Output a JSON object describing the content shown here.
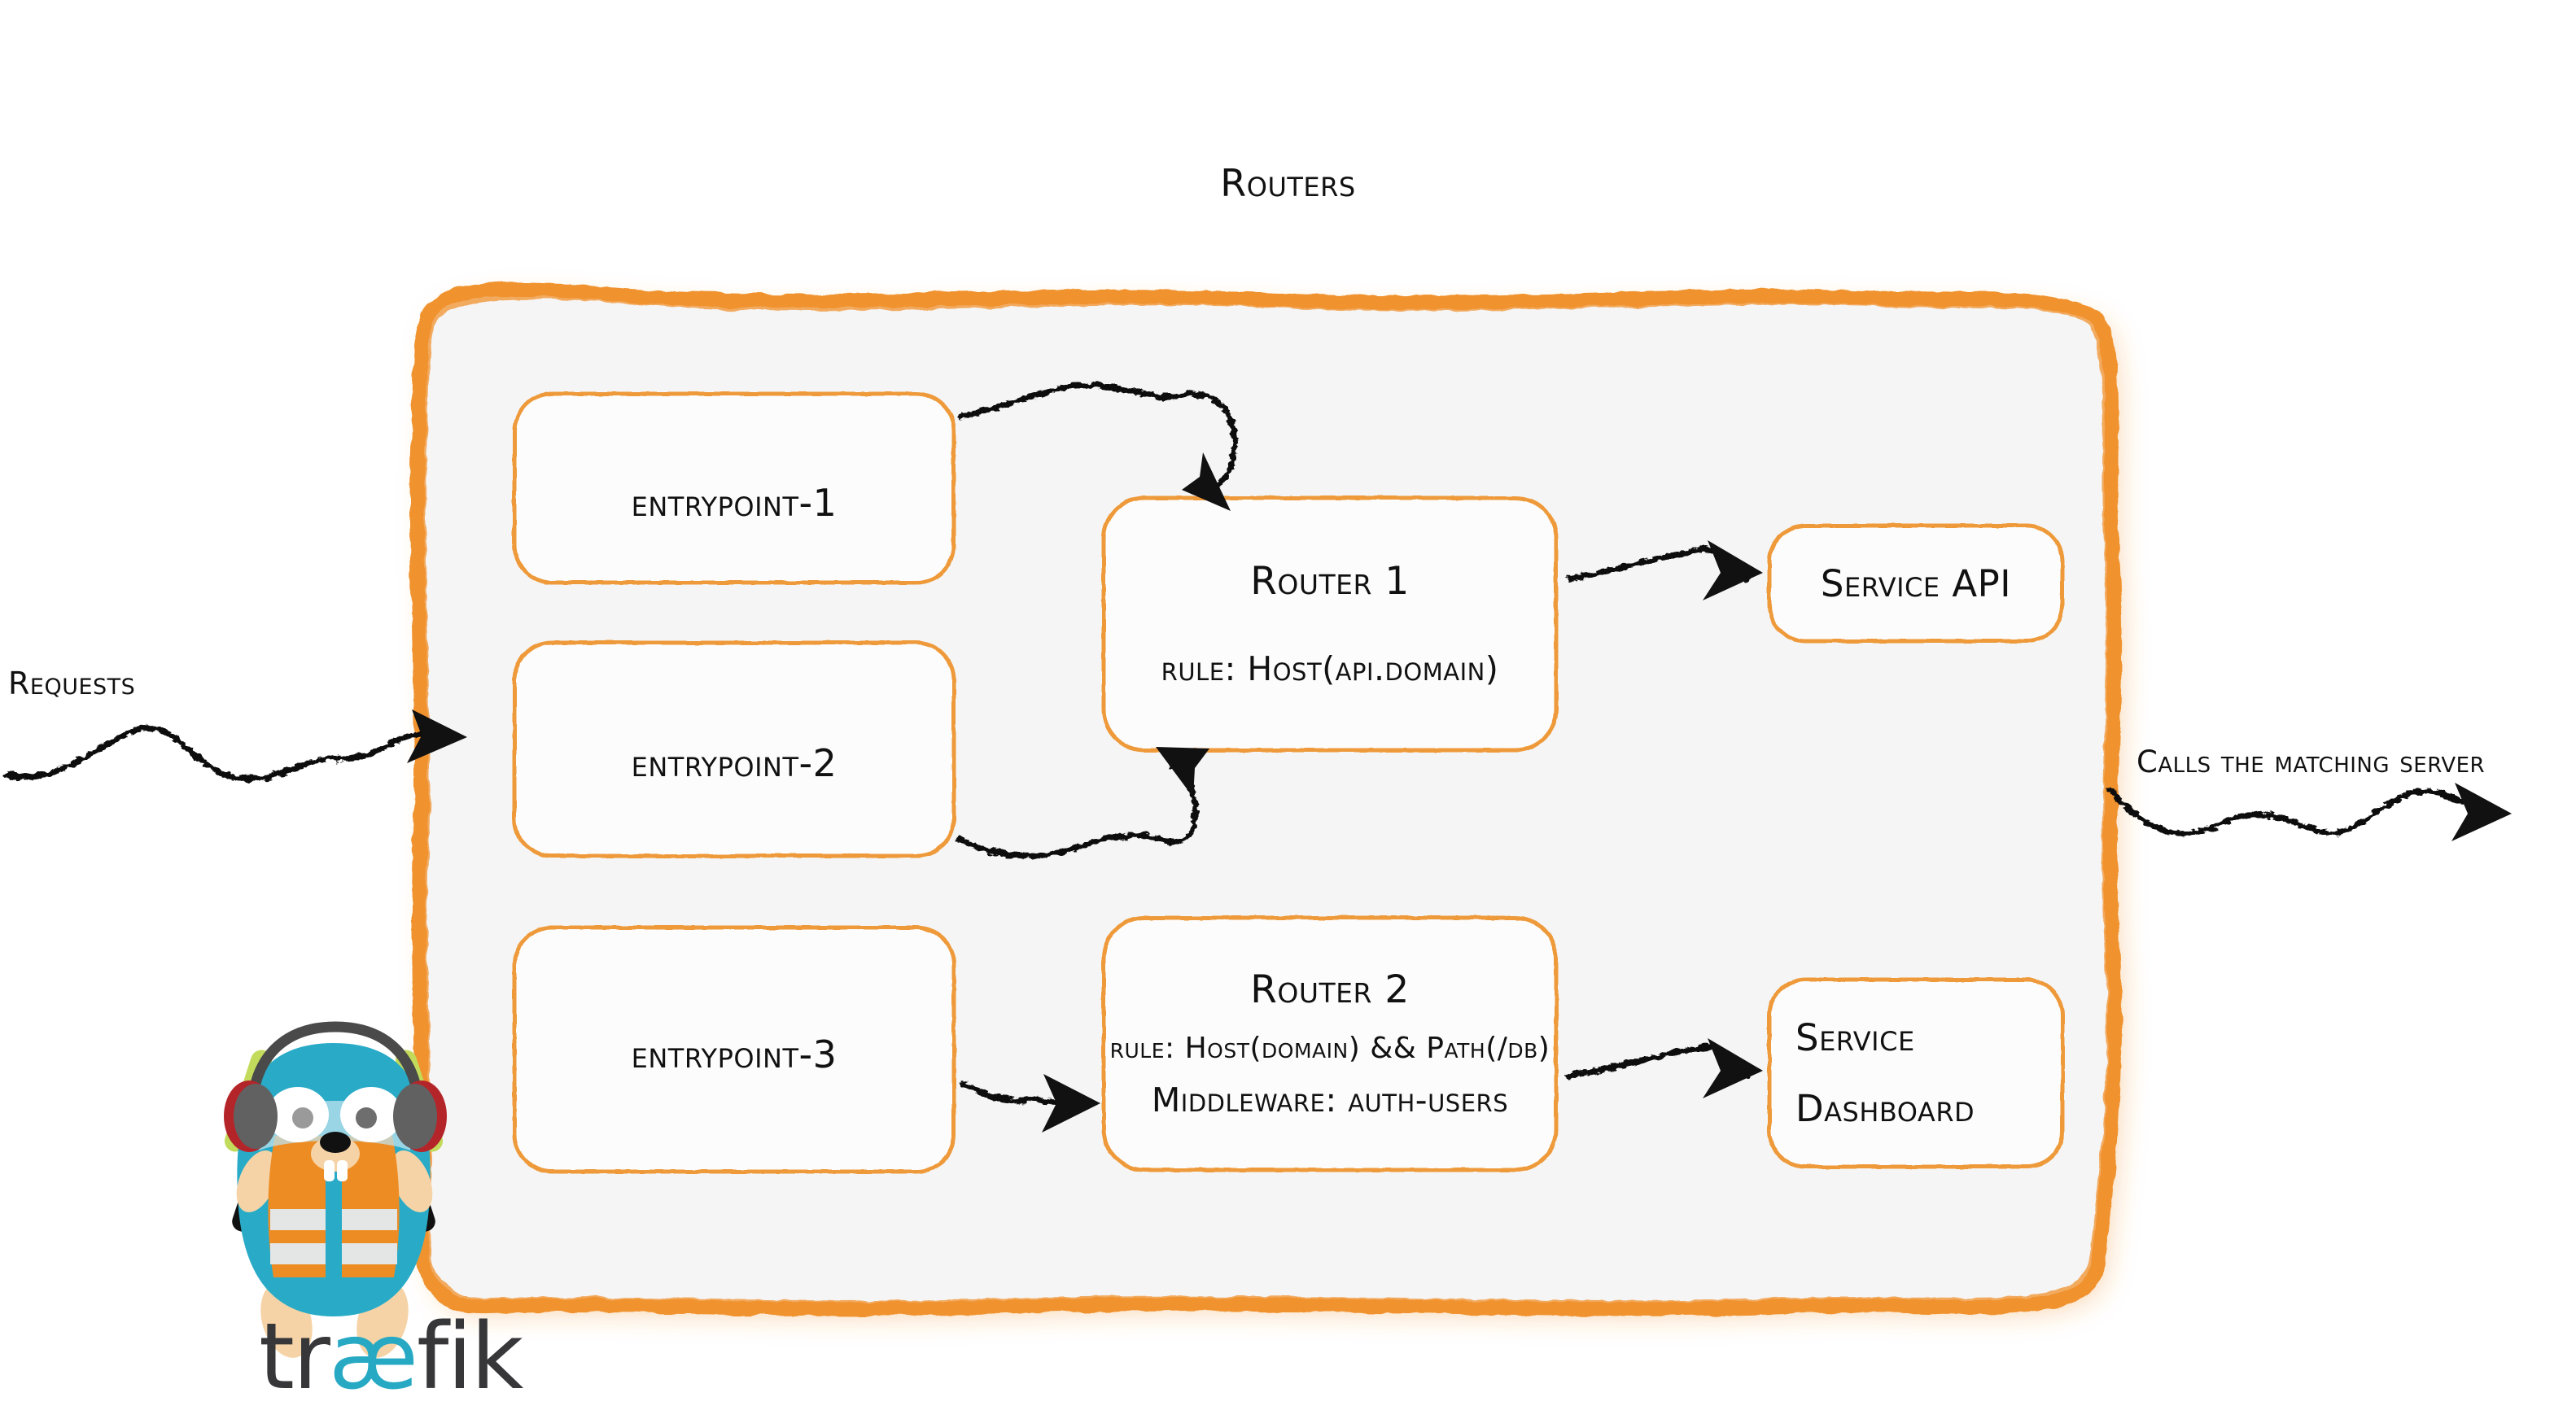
{
  "diagram": {
    "title": "Routers",
    "external_labels": {
      "left": "Requests",
      "right": "Calls the matching server"
    },
    "entrypoints": [
      {
        "label": "entrypoint-1"
      },
      {
        "label": "entrypoint-2"
      },
      {
        "label": "entrypoint-3"
      }
    ],
    "routers": [
      {
        "title": "Router 1",
        "rule": "rule: Host(api.domain)",
        "middleware": ""
      },
      {
        "title": "Router 2",
        "rule": "rule: Host(domain) && Path(/db)",
        "middleware": "Middleware: auth-users"
      }
    ],
    "services": [
      {
        "lines": [
          "Service API"
        ]
      },
      {
        "lines": [
          "Service",
          "Dashboard"
        ]
      }
    ],
    "brand": {
      "wordmark_start": "tr",
      "wordmark_ligature": "æ",
      "wordmark_end": "fik",
      "mascot_name": "traefik-gopher-mascot"
    },
    "colors": {
      "accent_orange": "#F0922F",
      "box_border_orange": "#EE9A3A",
      "panel_fill": "#F5F5F5",
      "box_fill": "#FCFCFC",
      "ink_black": "#111111",
      "brand_cyan": "#27A9C3",
      "brand_dark": "#37373A",
      "vest_orange": "#EE8C24",
      "wand_green": "#C2DB5B"
    }
  }
}
